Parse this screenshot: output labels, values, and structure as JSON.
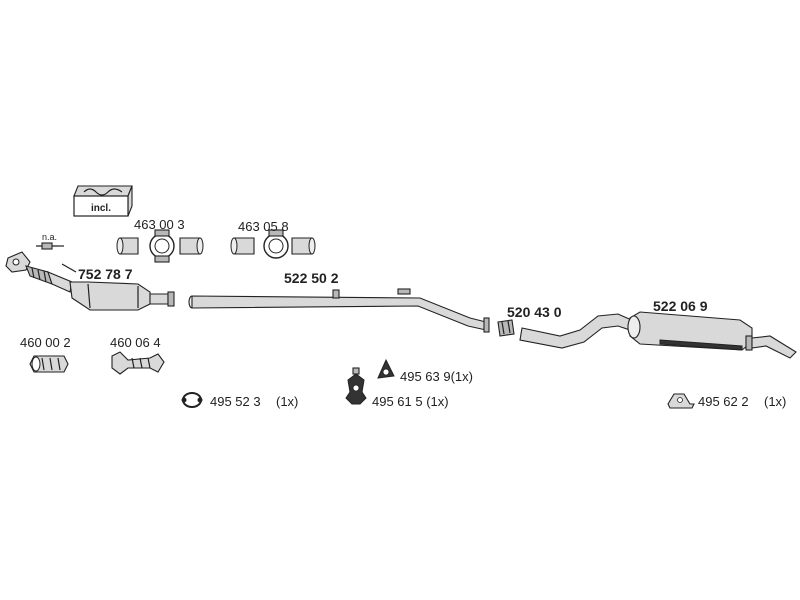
{
  "labels": {
    "incl": "incl.",
    "na": "n.a.",
    "p752787": "752 78 7",
    "p463003": "463 00 3",
    "p463058": "463 05 8",
    "p522502": "522 50 2",
    "p520430": "520 43 0",
    "p522069": "522 06 9",
    "p460002": "460 00 2",
    "p460064": "460 06 4",
    "p495639": "495 63 9(1x)",
    "p495523": "495 52 3",
    "p495523_qty": "(1x)",
    "p495615": "495 61 5 (1x)",
    "p495622": "495 62 2",
    "p495622_qty": "(1x)"
  }
}
